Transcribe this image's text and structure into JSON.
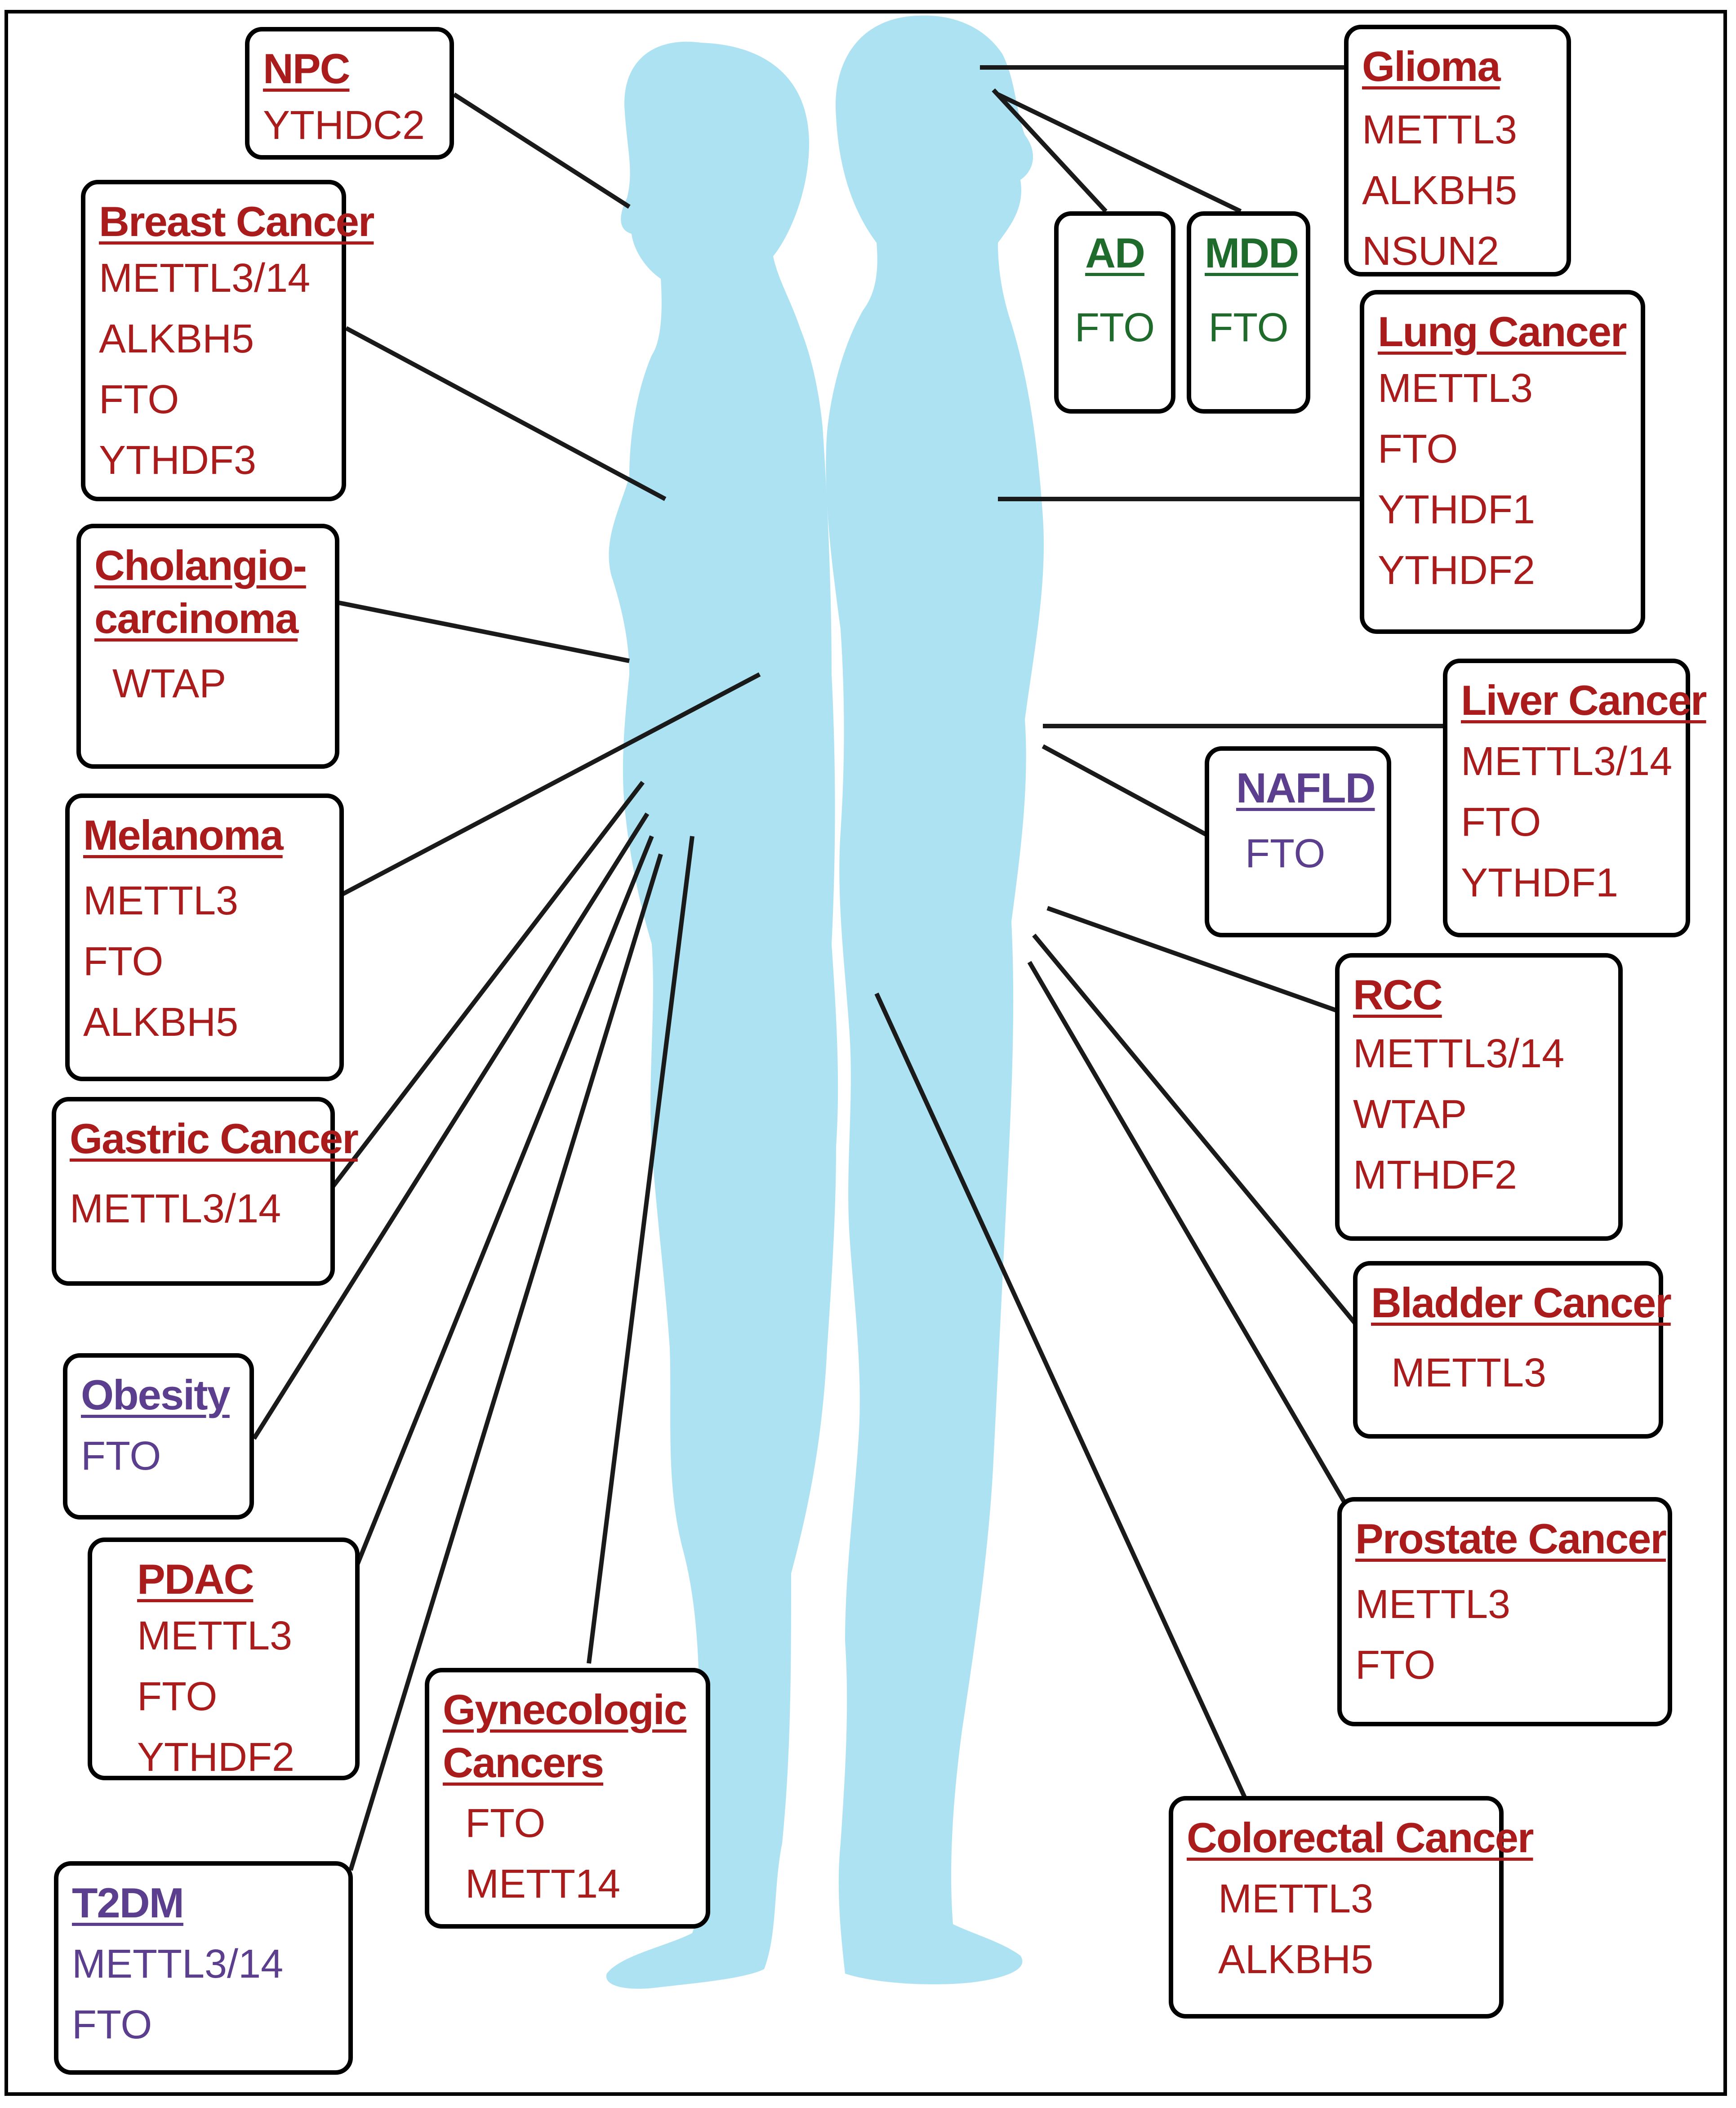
{
  "colors": {
    "cancer": "#aa1c1c",
    "neuro": "#1e6b2c",
    "metabolic": "#5b3f8e",
    "body": "#a6dff2"
  },
  "boxes": [
    {
      "id": "npc",
      "color": "red",
      "title": "NPC",
      "items": [
        "YTHDC2"
      ]
    },
    {
      "id": "breast",
      "color": "red",
      "title": "Breast Cancer",
      "items": [
        "METTL3/14",
        "ALKBH5",
        "FTO",
        "YTHDF3"
      ]
    },
    {
      "id": "cholangio",
      "color": "red",
      "title_lines": [
        "Cholangio-",
        "carcinoma"
      ],
      "items": [
        "WTAP"
      ]
    },
    {
      "id": "melanoma",
      "color": "red",
      "title": "Melanoma",
      "items": [
        "METTL3",
        "FTO",
        "ALKBH5"
      ]
    },
    {
      "id": "gastric",
      "color": "red",
      "title": "Gastric Cancer",
      "items": [
        "METTL3/14"
      ]
    },
    {
      "id": "obesity",
      "color": "purple",
      "title": "Obesity",
      "items": [
        "FTO"
      ]
    },
    {
      "id": "pdac",
      "color": "red",
      "title": "PDAC",
      "items": [
        "METTL3",
        "FTO",
        "YTHDF2"
      ]
    },
    {
      "id": "t2dm",
      "color": "purple",
      "title": "T2DM",
      "items": [
        "METTL3/14",
        "FTO"
      ]
    },
    {
      "id": "gyneco",
      "color": "red",
      "title_lines": [
        "Gynecologic",
        "Cancers"
      ],
      "items": [
        "FTO",
        "METT14"
      ]
    },
    {
      "id": "glioma",
      "color": "red",
      "title": "Glioma",
      "items": [
        "METTL3",
        "ALKBH5",
        "NSUN2"
      ]
    },
    {
      "id": "ad",
      "color": "green",
      "title": "AD",
      "items": [
        "FTO"
      ]
    },
    {
      "id": "mdd",
      "color": "green",
      "title": "MDD",
      "items": [
        "FTO"
      ]
    },
    {
      "id": "lung",
      "color": "red",
      "title": "Lung Cancer",
      "items": [
        "METTL3",
        "FTO",
        "YTHDF1",
        "YTHDF2"
      ]
    },
    {
      "id": "liver",
      "color": "red",
      "title": "Liver Cancer",
      "items": [
        "METTL3/14",
        "FTO",
        "YTHDF1"
      ]
    },
    {
      "id": "nafld",
      "color": "purple",
      "title": "NAFLD",
      "items": [
        "FTO"
      ]
    },
    {
      "id": "rcc",
      "color": "red",
      "title": "RCC",
      "items": [
        "METTL3/14",
        "WTAP",
        "MTHDF2"
      ]
    },
    {
      "id": "bladder",
      "color": "red",
      "title": "Bladder Cancer",
      "items": [
        "METTL3"
      ]
    },
    {
      "id": "prostate",
      "color": "red",
      "title": "Prostate Cancer",
      "items": [
        "METTL3",
        "FTO"
      ]
    },
    {
      "id": "colorectal",
      "color": "red",
      "title": "Colorectal Cancer",
      "items": [
        "METTL3",
        "ALKBH5"
      ]
    }
  ]
}
